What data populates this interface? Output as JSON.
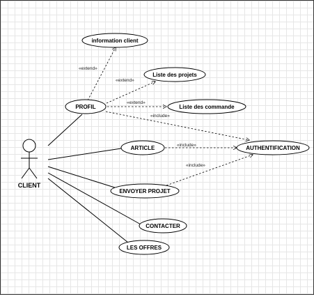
{
  "actor": {
    "name": "CLIENT"
  },
  "use_cases": {
    "info_client": "information client",
    "liste_projets": "Liste des projets",
    "liste_commande": "Liste des commande",
    "profil": "PROFIL",
    "article": "ARTICLE",
    "authentification": "AUTHENTIFICATION",
    "envoyer_projet": "ENVOYER PROJET",
    "contacter": "CONTACTER",
    "les_offres": "LES OFFRES"
  },
  "relations": {
    "extend": "«extend»",
    "include": "«include»"
  }
}
